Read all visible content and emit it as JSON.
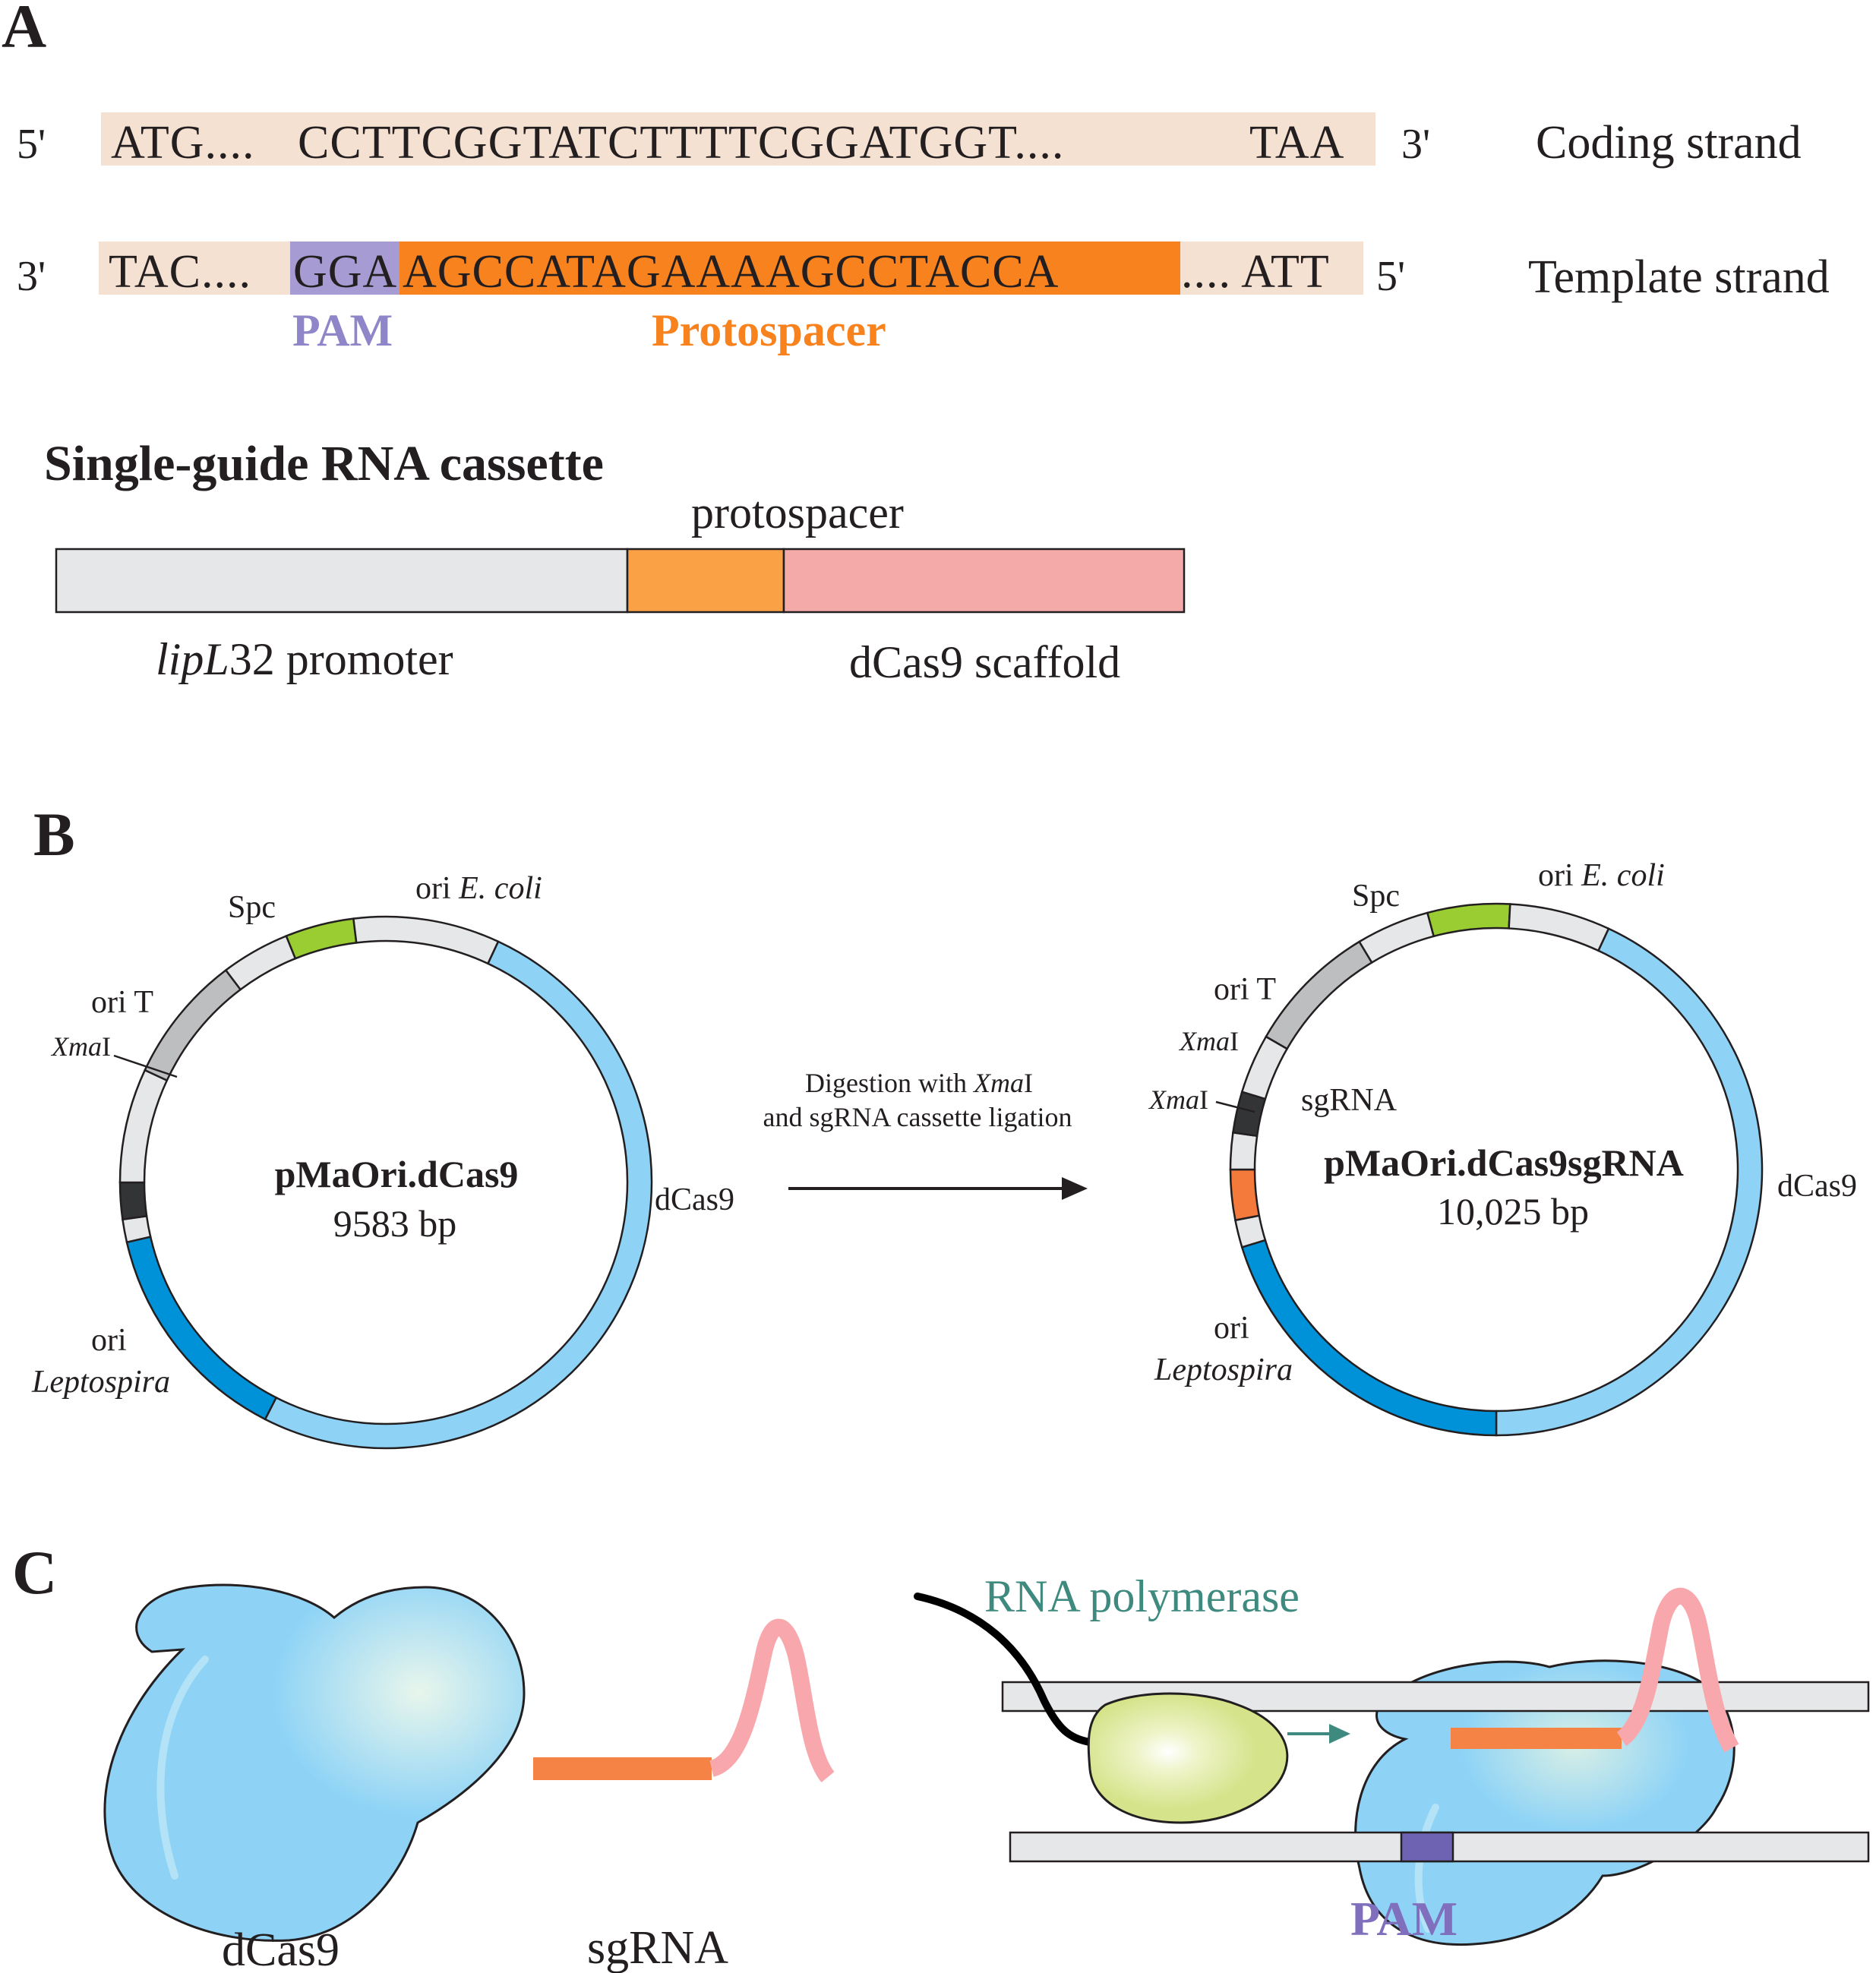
{
  "panel_a": {
    "letter": "A",
    "coding": {
      "five_prime": "5'",
      "three_prime": "3'",
      "seq_start": "ATG....",
      "seq_mid": "CCTTCGGTATCTTTTCGGATGGT....",
      "seq_end": "TAA",
      "label": "Coding strand"
    },
    "template": {
      "three_prime": "3'",
      "five_prime": "5'",
      "seq_start": "TAC....",
      "pam_seq": "GGA",
      "proto_seq": "AGCCATAGAAAAGCCTACCA",
      "seq_end": "....  ATT",
      "label": "Template strand"
    },
    "pam_label": "PAM",
    "protospacer_label": "Protospacer",
    "cassette": {
      "title": "Single-guide RNA cassette",
      "protospacer": "protospacer",
      "promoter_gene": "lipL",
      "promoter_num": "32",
      "promoter_rest": " promoter",
      "scaffold": "dCas9 scaffold"
    },
    "colors": {
      "strand_bg": "#f5e1d2",
      "pam": "#a69cd3",
      "protospacer": "#f7821e",
      "cassette_promoter": "#e6e7e8",
      "cassette_proto": "#fba145",
      "cassette_scaffold": "#f5aaaa"
    }
  },
  "panel_b": {
    "letter": "B",
    "arrow_line1_pre": "Digestion with ",
    "arrow_line1_ital": "Xma",
    "arrow_line1_post": "I",
    "arrow_line2": "and sgRNA cassette ligation",
    "plasmid1": {
      "name": "pMaOri.dCas9",
      "size": "9583 bp",
      "labels": {
        "spc": "Spc",
        "ori_ecoli": "ori ",
        "ecoli": "E. coli",
        "orit": "ori T",
        "xmai_ital": "Xma",
        "xmai_rest": "I",
        "dcas9": "dCas9",
        "ori_lepto": "ori",
        "lepto": "Leptospira"
      }
    },
    "plasmid2": {
      "name": "pMaOri.dCas9sgRNA",
      "size": "10,025 bp",
      "labels": {
        "spc": "Spc",
        "ori_ecoli": "ori ",
        "ecoli": "E. coli",
        "orit": "ori T",
        "xmai_ital": "Xma",
        "xmai_rest": "I",
        "sgrna": "sgRNA",
        "dcas9": "dCas9",
        "ori_lepto": "ori",
        "lepto": "Leptospira"
      }
    },
    "colors": {
      "light_blue": "#8ed3f6",
      "dark_blue": "#0092d8",
      "grey": "#bcbec0",
      "pale": "#e6e7e8",
      "green": "#9acd32",
      "black": "#333436",
      "sgrna_orange": "#f47a3c"
    }
  },
  "panel_c": {
    "letter": "C",
    "dcas9_label": "dCas9",
    "sgrna_label": "sgRNA",
    "rnap_label": "RNA polymerase",
    "pam_label": "PAM",
    "colors": {
      "dcas9": "#8ed3f6",
      "rnap": "#d5e38a",
      "sgrna_orange": "#f58345",
      "sgrna_pink": "#f8a8ac",
      "dna": "#e6e7e8",
      "pam": "#6e63b3",
      "arrow": "#3e8a7e"
    }
  }
}
